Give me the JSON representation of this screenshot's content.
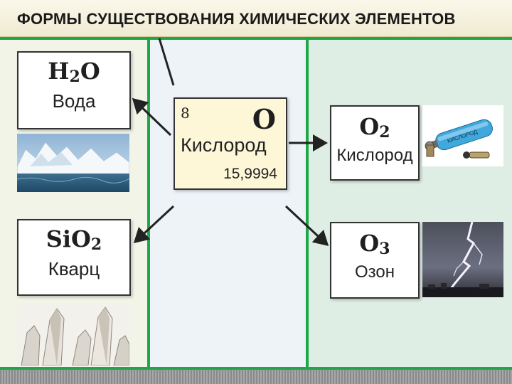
{
  "header": {
    "title": "ФОРМЫ СУЩЕСТВОВАНИЯ ХИМИЧЕСКИХ ЭЛЕМЕНТОВ"
  },
  "colors": {
    "green_divider": "#1fa648",
    "center_card": "#fdf7d8",
    "header_border": "#d9c791"
  },
  "element": {
    "number": "8",
    "symbol": "O",
    "name": "Кислород",
    "mass": "15,9994"
  },
  "forms": {
    "water": {
      "formula_base": "H",
      "formula_sub": "2",
      "formula_tail": "O",
      "name": "Вода"
    },
    "quartz": {
      "formula_base": "SiO",
      "formula_sub": "2",
      "name": "Кварц"
    },
    "oxygen": {
      "formula_base": "O",
      "formula_sub": "2",
      "name": "Кислород"
    },
    "ozone": {
      "formula_base": "O",
      "formula_sub": "3",
      "name": "Озон"
    }
  },
  "images": {
    "water": "iceberg-photo",
    "quartz": "quartz-crystals-photo",
    "oxygen": "oxygen-cylinder-photo",
    "ozone": "lightning-photo"
  },
  "cylinder_label": "КИСЛОРОД"
}
